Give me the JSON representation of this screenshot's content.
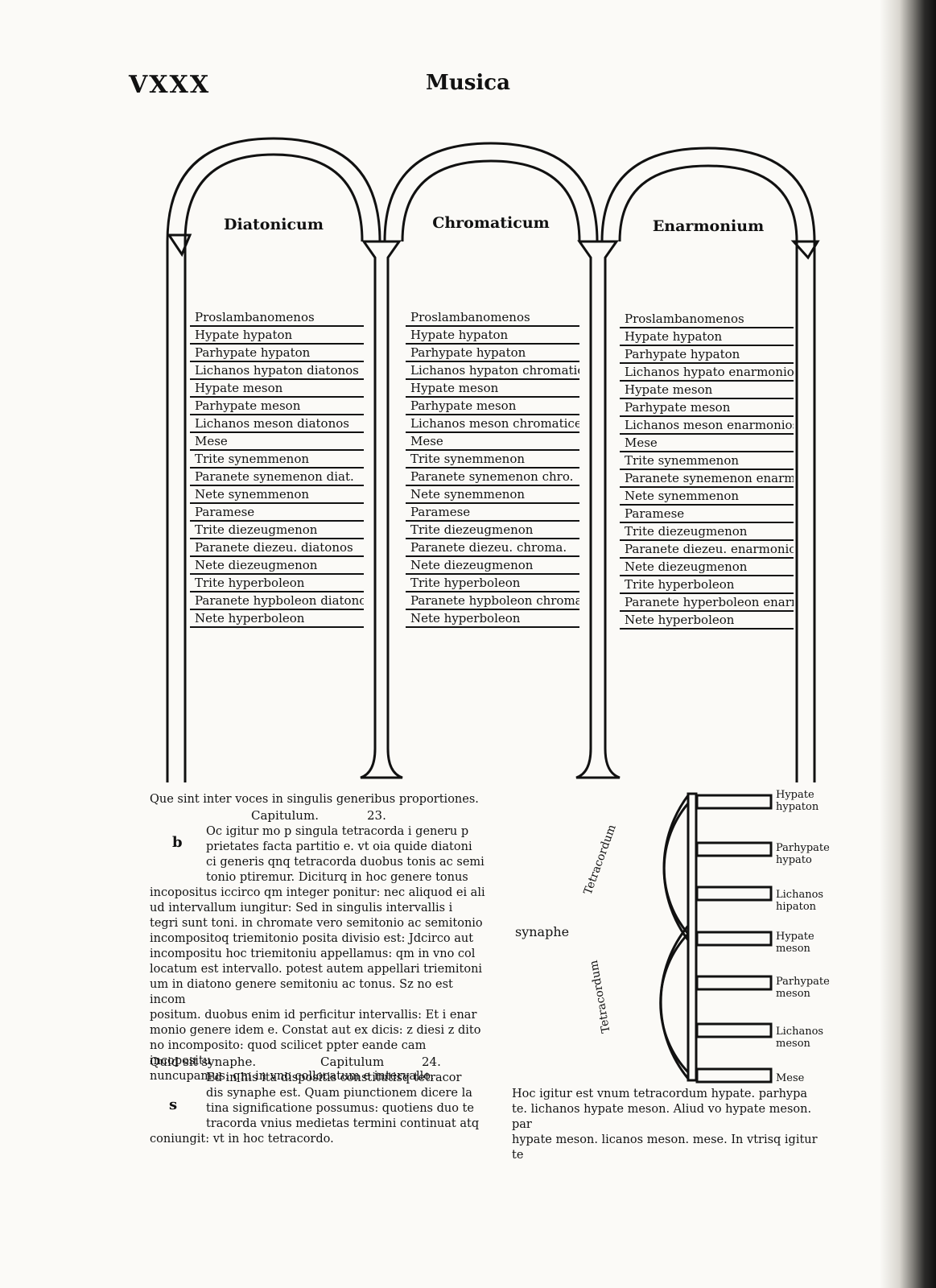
{
  "header": {
    "page_number": "VXXX",
    "running_title": "Musica"
  },
  "columns": [
    {
      "title": "Diatonicum",
      "items": [
        "Proslambanomenos",
        "Hypate hypaton",
        "Parhypate hypaton",
        "Lichanos hypaton diatonos",
        "Hypate meson",
        "Parhypate meson",
        "Lichanos meson diatonos",
        "Mese",
        "Trite synemmenon",
        "Paranete synemenon diat.",
        "Nete synemmenon",
        "Paramese",
        "Trite diezeugmenon",
        "Paranete diezeu. diatonos",
        "Nete diezeugmenon",
        "Trite hyperboleon",
        "Paranete hypboleon diatonos",
        "Nete hyperboleon"
      ]
    },
    {
      "title": "Chromaticum",
      "items": [
        "Proslambanomenos",
        "Hypate hypaton",
        "Parhypate hypaton",
        "Lichanos hypaton chromatice",
        "Hypate meson",
        "Parhypate meson",
        "Lichanos meson chromatice",
        "Mese",
        "Trite synemmenon",
        "Paranete synemenon chro.",
        "Nete synemmenon",
        "Paramese",
        "Trite diezeugmenon",
        "Paranete diezeu. chroma.",
        "Nete diezeugmenon",
        "Trite hyperboleon",
        "Paranete hypboleon chroma.",
        "Nete hyperboleon"
      ]
    },
    {
      "title": "Enarmonium",
      "items": [
        "Proslambanomenos",
        "Hypate hypaton",
        "Parhypate hypaton",
        "Lichanos hypato enarmonios",
        "Hypate meson",
        "Parhypate meson",
        "Lichanos meson enarmonios",
        "Mese",
        "Trite synemmenon",
        "Paranete synemenon enarm",
        "Nete synemmenon",
        "Paramese",
        "Trite diezeugmenon",
        "Paranete diezeu. enarmonios",
        "Nete diezeugmenon",
        "Trite hyperboleon",
        "Paranete hyperboleon enarm",
        "Nete hyperboleon"
      ]
    }
  ],
  "chapter23": {
    "heading": "Que sint inter voces in singulis generibus proportiones.",
    "chapter_label": "Capitulum.",
    "chapter_number": "23.",
    "margin_letter": "b",
    "lines": [
      "Oc igitur mo p singula tetracorda i generu p",
      "prietates facta partitio e. vt oia quide diatoni",
      "ci generis qnq tetracorda duobus tonis ac semi",
      "tonio ptiremur. Diciturq in hoc genere tonus",
      "incopositus iccirco qm integer ponitur: nec aliquod ei ali",
      "ud intervallum iungitur: Sed in singulis intervallis i",
      "tegri sunt toni. in chromate vero semitonio ac semitonio",
      "incompositoq triemitonio posita divisio est: Jdcirco aut",
      "incompositu hoc triemitoniu appellamus: qm in vno col",
      "locatum est intervallo. potest autem appellari triemitoni",
      "um in diatono genere semitoniu ac tonus. Sz no est incom",
      "positum. duobus enim id perficitur intervallis: Et i enar",
      "monio genere idem e. Constat aut ex dicis: z diesi z dito",
      "no incomposito: quod scilicet ppter eande cam incopositu",
      "nuncupamus: qm in vno collocatum e intervallo."
    ]
  },
  "chapter24": {
    "heading": "Quid sit synaphe.",
    "chapter_label": "Capitulum",
    "chapter_number": "24.",
    "margin_letter": "s",
    "lines": [
      "Ed in his ita dispositis constitutisq tetracor",
      "dis synaphe est. Quam piunctionem dicere la",
      "tina significatione possumus: quotiens duo te",
      "tracorda vnius medietas termini continuat atq",
      "coniungit: vt in hoc tetracordo."
    ]
  },
  "diagram": {
    "synaphe_label": "synaphe",
    "tetrachord_label": "Tetracordum",
    "notes": [
      "Hypate hypaton",
      "Parhypate hypato",
      "Lichanos hipaton",
      "Hypate meson",
      "Parhypate meson",
      "Lichanos meson",
      "Mese"
    ]
  },
  "bottom_text": [
    "Hoc igitur est vnum tetracordum hypate. parhypa",
    "te. lichanos hypate meson. Aliud vo hypate meson. par",
    "hypate meson. licanos meson. mese. In vtrisq igitur te"
  ]
}
